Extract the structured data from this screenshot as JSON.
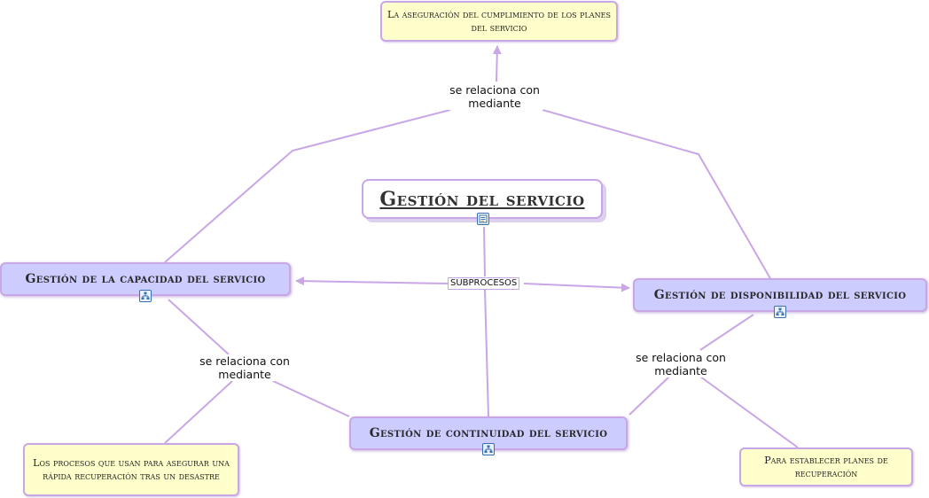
{
  "diagram": {
    "root": "Gestión del servicio",
    "capacidad": "Gestión de la capacidad del servicio",
    "disponibilidad": "Gestión de disponibilidad del servicio",
    "continuidad": "Gestión de continuidad del servicio",
    "aseguracion": "La aseguración del cumplimiento de los planes del servicio",
    "procesos": "Los procesos que usan para asegurar una rápida recuperación tras un desastre",
    "planes": "Para establecer planes de recuperación",
    "link_top": "se relaciona con mediante",
    "link_left": "se relaciona con mediante",
    "link_right": "se relaciona con mediante",
    "subprocesos": "SUBPROCESOS"
  },
  "colors": {
    "concept_fill": "#ccccff",
    "leaf_fill": "#ffffcc",
    "border": "#c9a6e6",
    "line": "#c9a6e6"
  },
  "icons": [
    "document-icon",
    "hierarchy-icon"
  ]
}
